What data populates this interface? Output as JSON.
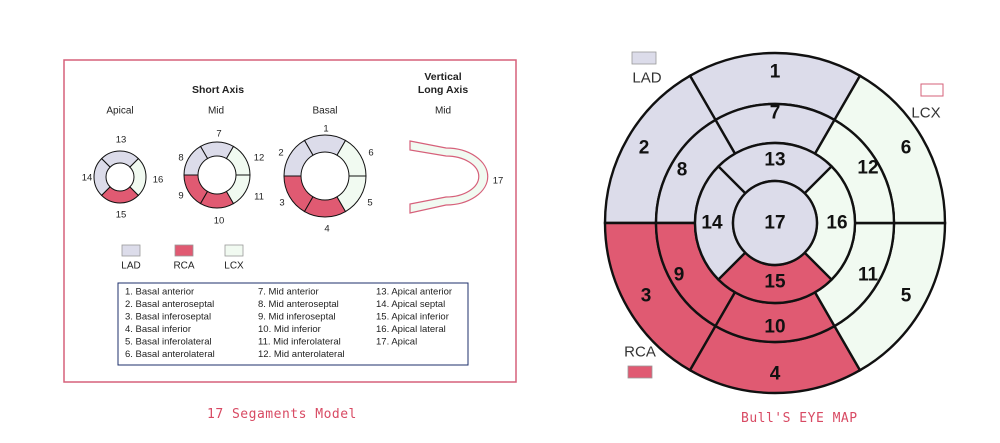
{
  "colors": {
    "lad": "#dcdcea",
    "rca": "#e05a72",
    "lcx": "#f1faf1",
    "frame": "#d6607a",
    "stroke": "#111111",
    "caption": "#d84a63"
  },
  "left_panel": {
    "heading_short_axis": "Short Axis",
    "heading_vla": [
      "Vertical",
      "Long Axis"
    ],
    "col_apical": "Apical",
    "col_mid": "Mid",
    "col_basal": "Basal",
    "col_vla_mid": "Mid",
    "apical_numbers": [
      "13",
      "14",
      "15",
      "16"
    ],
    "mid_numbers": [
      "7",
      "8",
      "9",
      "10",
      "11",
      "12"
    ],
    "basal_numbers": [
      "1",
      "2",
      "3",
      "4",
      "5",
      "6"
    ],
    "vla_number": "17",
    "legend": [
      {
        "label": "LAD",
        "territory": "lad"
      },
      {
        "label": "RCA",
        "territory": "rca"
      },
      {
        "label": "LCX",
        "territory": "lcx"
      }
    ],
    "segment_list": [
      [
        "1. Basal anterior",
        "7. Mid anterior",
        "13. Apical anterior"
      ],
      [
        "2. Basal anteroseptal",
        "8. Mid anteroseptal",
        "14. Apical septal"
      ],
      [
        "3. Basal inferoseptal",
        "9. Mid inferoseptal",
        "15. Apical inferior"
      ],
      [
        "4. Basal inferior",
        "10. Mid inferior",
        "16. Apical lateral"
      ],
      [
        "5. Basal inferolateral",
        "11. Mid inferolateral",
        "17. Apical"
      ],
      [
        "6. Basal anterolateral",
        "12. Mid anterolateral",
        ""
      ]
    ]
  },
  "bullseye": {
    "outer_ring": [
      {
        "label": "1",
        "territory": "lad"
      },
      {
        "label": "2",
        "territory": "lad"
      },
      {
        "label": "3",
        "territory": "rca"
      },
      {
        "label": "4",
        "territory": "rca"
      },
      {
        "label": "5",
        "territory": "lcx"
      },
      {
        "label": "6",
        "territory": "lcx"
      }
    ],
    "middle_ring": [
      {
        "label": "7",
        "territory": "lad"
      },
      {
        "label": "8",
        "territory": "lad"
      },
      {
        "label": "9",
        "territory": "rca"
      },
      {
        "label": "10",
        "territory": "rca"
      },
      {
        "label": "11",
        "territory": "lcx"
      },
      {
        "label": "12",
        "territory": "lcx"
      }
    ],
    "inner_ring": [
      {
        "label": "13",
        "territory": "lad"
      },
      {
        "label": "14",
        "territory": "lad"
      },
      {
        "label": "15",
        "territory": "rca"
      },
      {
        "label": "16",
        "territory": "lcx"
      }
    ],
    "apex": {
      "label": "17",
      "territory": "lad"
    },
    "legend_lad": "LAD",
    "legend_lcx": "LCX",
    "legend_rca": "RCA"
  },
  "captions": {
    "left": "17 Segaments Model",
    "right": "Bull'S EYE MAP"
  }
}
